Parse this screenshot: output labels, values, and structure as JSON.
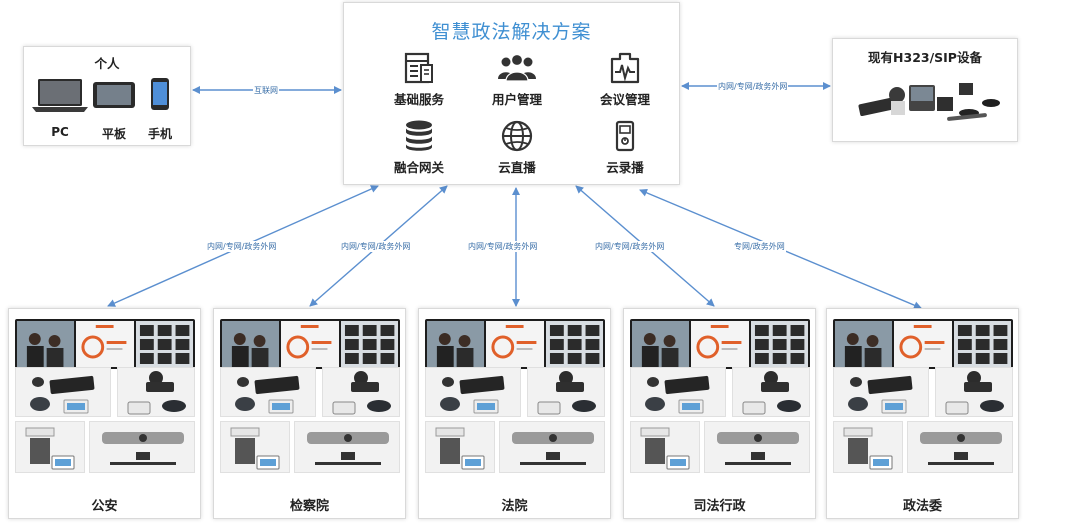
{
  "center": {
    "title": "智慧政法解决方案",
    "services": [
      {
        "label": "基础服务",
        "icon": "server-document-icon"
      },
      {
        "label": "用户管理",
        "icon": "user-group-icon"
      },
      {
        "label": "会议管理",
        "icon": "conference-monitor-icon"
      },
      {
        "label": "融合网关",
        "icon": "database-icon"
      },
      {
        "label": "云直播",
        "icon": "globe-icon"
      },
      {
        "label": "云录播",
        "icon": "recorder-device-icon"
      }
    ]
  },
  "personal": {
    "title": "个人",
    "devices": [
      "PC",
      "平板",
      "手机"
    ]
  },
  "legacy": {
    "title": "现有H323/SIP设备"
  },
  "links": {
    "personal": "互联网",
    "legacy": "内网/专网/政务外网",
    "site1": "内网/专网/政务外网",
    "site2": "内网/专网/政务外网",
    "site3": "内网/专网/政务外网",
    "site4": "内网/专网/政务外网",
    "site5": "专网/政务外网"
  },
  "sites": [
    {
      "label": "公安"
    },
    {
      "label": "检察院"
    },
    {
      "label": "法院"
    },
    {
      "label": "司法行政"
    },
    {
      "label": "政法委"
    }
  ],
  "colors": {
    "accent": "#3f8fd2",
    "link": "#5b8fcf"
  }
}
